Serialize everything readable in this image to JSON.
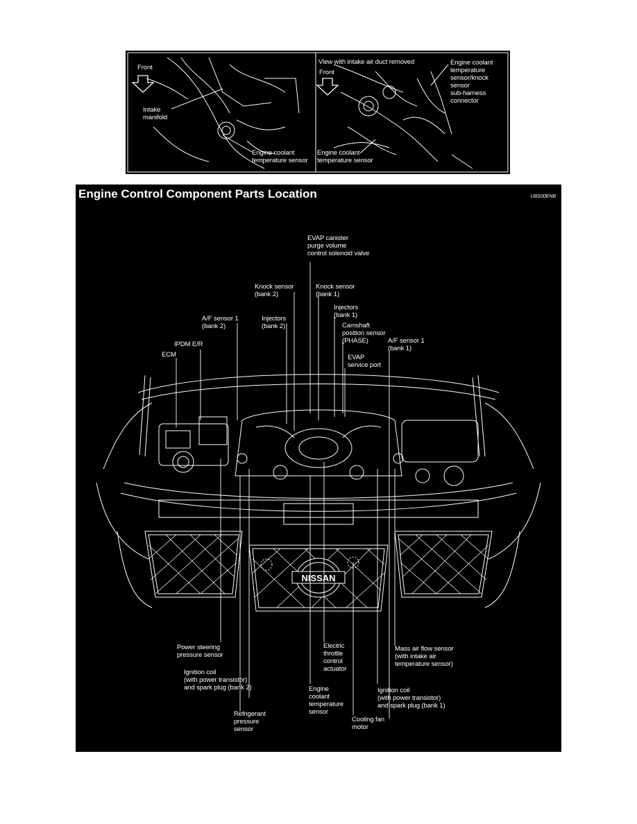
{
  "top_panel": {
    "left": {
      "front": "Front",
      "intake": "Intake\nmanifold",
      "sensor": "Engine coolant\ntemperature sensor"
    },
    "right": {
      "view": "View with intake air duct removed",
      "front": "Front",
      "sensor_connector": "Engine coolant\ntemperature\nsensor/knock\nsensor\nsub-harness\nconnector",
      "sensor": "Engine coolant\ntemperature sensor"
    }
  },
  "main": {
    "title": "Engine Control Component Parts Location",
    "code": "UBS00ENB",
    "labels": {
      "evap_canister": "EVAP canister\npurge volume\ncontrol solenoid valve",
      "knock_bank2": "Knock sensor\n(bank 2)",
      "knock_bank1": "Knock sensor\n(bank 1)",
      "injectors_bank1": "Injectors\n(bank 1)",
      "af_bank2": "A/F sensor 1\n(bank 2)",
      "injectors_bank2": "Injectors\n(bank 2)",
      "camshaft": "Camshaft\nposition sensor\n(PHASE)",
      "ipdm": "IPDM E/R",
      "af_bank1": "A/F sensor 1\n(bank 1)",
      "ecm": "ECM",
      "evap_port": "EVAP\nservice port",
      "power_steering": "Power steering\npressure sensor",
      "electric_throttle": "Electric\nthrottle\ncontrol\nactuator",
      "maf": "Mass air flow sensor\n(with intake air\ntemperature sensor)",
      "ignition_bank2": "Ignition coil\n(with power transistor)\nand spark plug (bank 2)",
      "engine_coolant": "Engine\ncoolant\ntemperature\nsensor",
      "ignition_bank1": "Ignition coil\n(with power transistor)\nand spark plug (bank 1)",
      "refrigerant": "Refrigerant\npressure\nsensor",
      "cooling_fan": "Cooling fan\nmotor"
    },
    "logo": "NISSAN"
  }
}
